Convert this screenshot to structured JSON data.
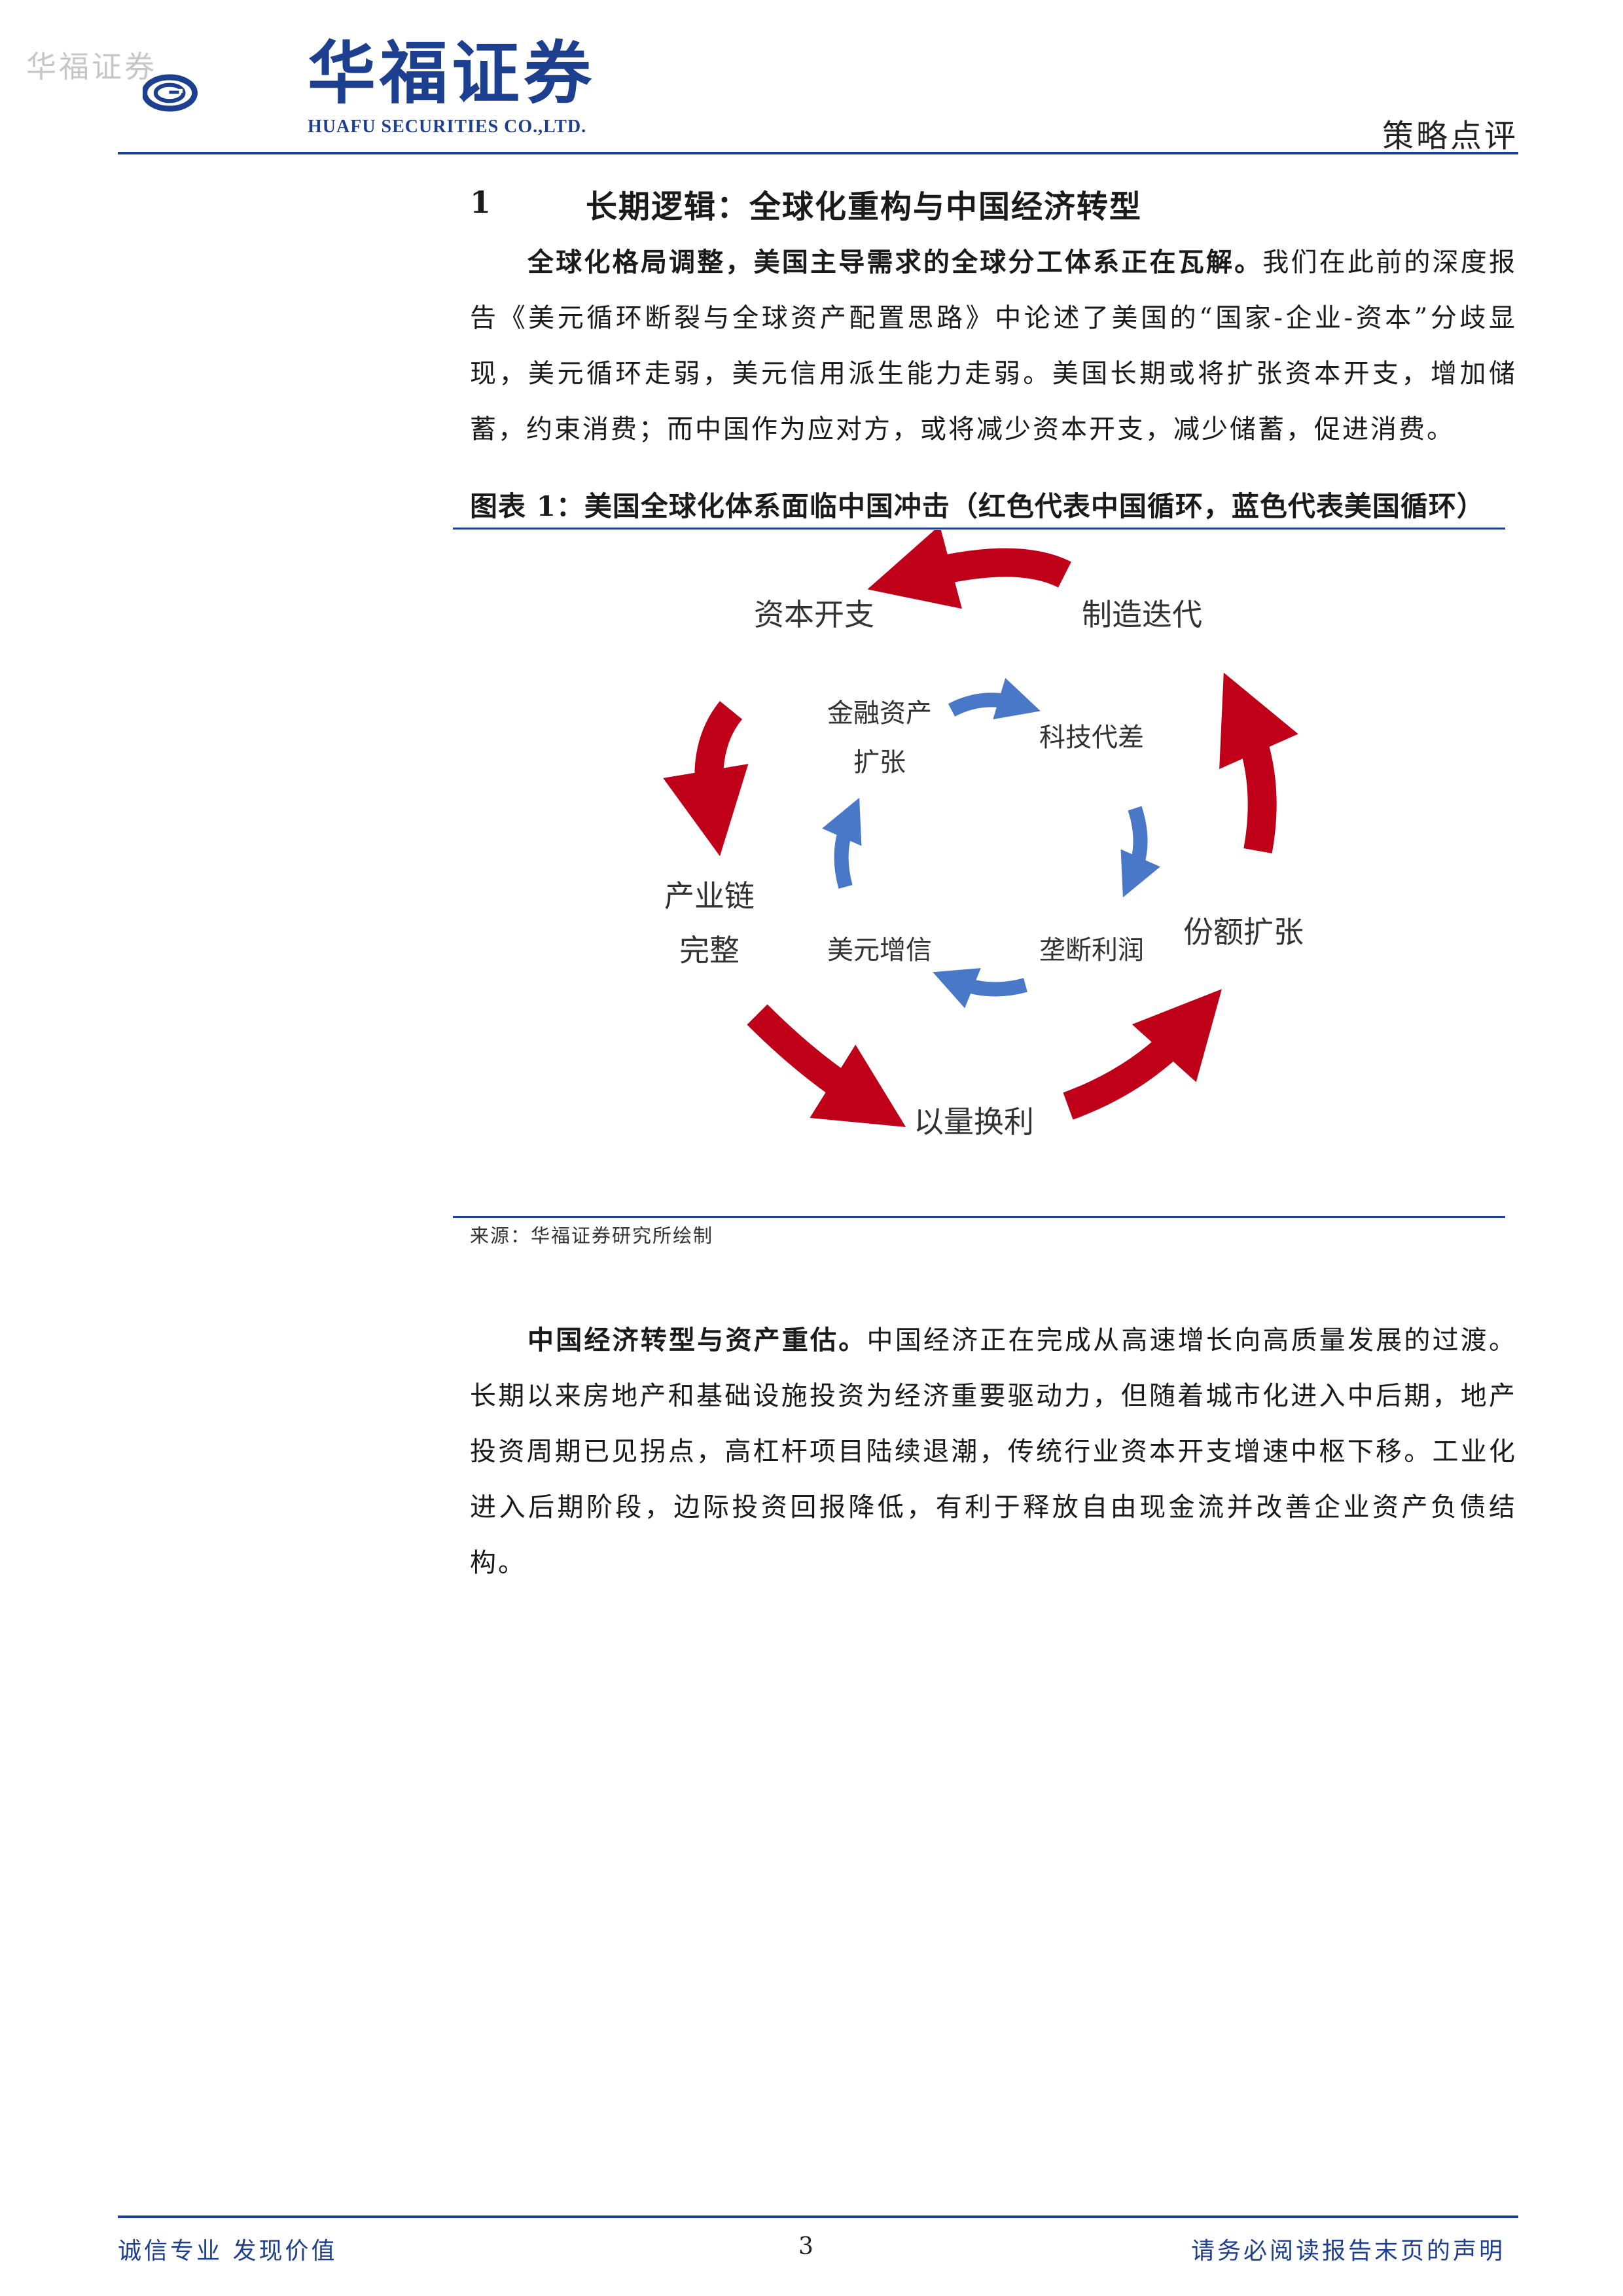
{
  "header": {
    "watermark": "华福证券",
    "logo_cn": "华福证券",
    "logo_en": "HUAFU SECURITIES CO.,LTD.",
    "doc_type": "策略点评",
    "brand_color": "#1d3f8f"
  },
  "section": {
    "number": "1",
    "title": "长期逻辑：全球化重构与中国经济转型"
  },
  "paragraph1": {
    "lead": "全球化格局调整，美国主导需求的全球分工体系正在瓦解。",
    "body": "我们在此前的深度报告《美元循环断裂与全球资产配置思路》中论述了美国的“国家-企业-资本”分歧显现，美元循环走弱，美元信用派生能力走弱。美国长期或将扩张资本开支，增加储蓄，约束消费；而中国作为应对方，或将减少资本开支，减少储蓄，促进消费。"
  },
  "figure": {
    "title": "图表 1：美国全球化体系面临中国冲击（红色代表中国循环，蓝色代表美国循环）",
    "source": "来源：华福证券研究所绘制",
    "red_color": "#c00018",
    "blue_color": "#4a78c8",
    "outer_nodes": {
      "capex": "资本开支",
      "manufacturing": "制造迭代",
      "share": "份额扩张",
      "volume": "以量换利",
      "chain_line1": "产业链",
      "chain_line2": "完整"
    },
    "inner_nodes": {
      "financial_line1": "金融资产",
      "financial_line2": "扩张",
      "tech": "科技代差",
      "monopoly": "垄断利润",
      "usd": "美元增信"
    }
  },
  "paragraph2": {
    "lead": "中国经济转型与资产重估。",
    "body": "中国经济正在完成从高速增长向高质量发展的过渡。长期以来房地产和基础设施投资为经济重要驱动力，但随着城市化进入中后期，地产投资周期已见拐点，高杠杆项目陆续退潮，传统行业资本开支增速中枢下移。工业化进入后期阶段，边际投资回报降低，有利于释放自由现金流并改善企业资产负债结构。"
  },
  "footer": {
    "left": "诚信专业  发现价值",
    "page": "3",
    "right": "请务必阅读报告末页的声明"
  }
}
